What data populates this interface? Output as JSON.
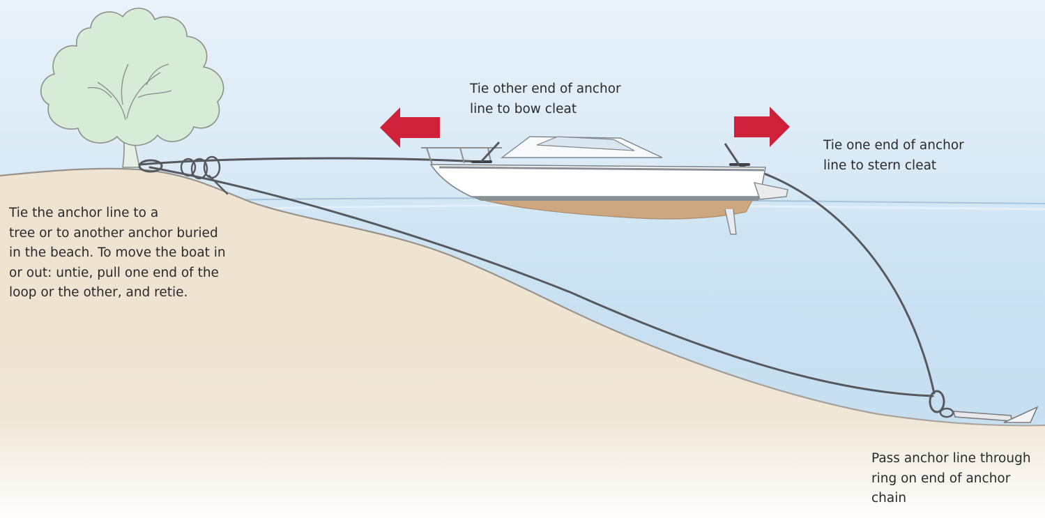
{
  "labels": {
    "tree_anchor": {
      "lines": [
        "Tie the anchor line to a",
        "tree or to another anchor buried",
        "in the beach.  To move the boat in",
        "or out: untie, pull one end of the",
        "loop or the other, and retie."
      ]
    },
    "bow_cleat": {
      "lines": [
        "Tie other end of anchor",
        "line to bow cleat"
      ]
    },
    "stern_cleat": {
      "lines": [
        "Tie one end of anchor",
        "line to stern cleat"
      ]
    },
    "anchor_ring": {
      "lines": [
        "Pass anchor line through",
        "ring on end of anchor",
        "chain"
      ]
    }
  },
  "colors": {
    "sky": "#dcecf7",
    "water": "#c9e1f1",
    "water_surface": "#aac6db",
    "sand": "#efe4d3",
    "sand_edge": "#9b968e",
    "tree_foliage": "#d7ecd6",
    "tree_outline": "#8b8f8b",
    "boat_hull": "#ffffff",
    "boat_stripe": "#8a8f96",
    "boat_bottom": "#cba57d",
    "rope": "#55595e",
    "arrow": "#d0213a",
    "text": "#2a2a2a"
  },
  "icons": {
    "move_left": "arrow-left-icon",
    "move_right": "arrow-right-icon"
  }
}
